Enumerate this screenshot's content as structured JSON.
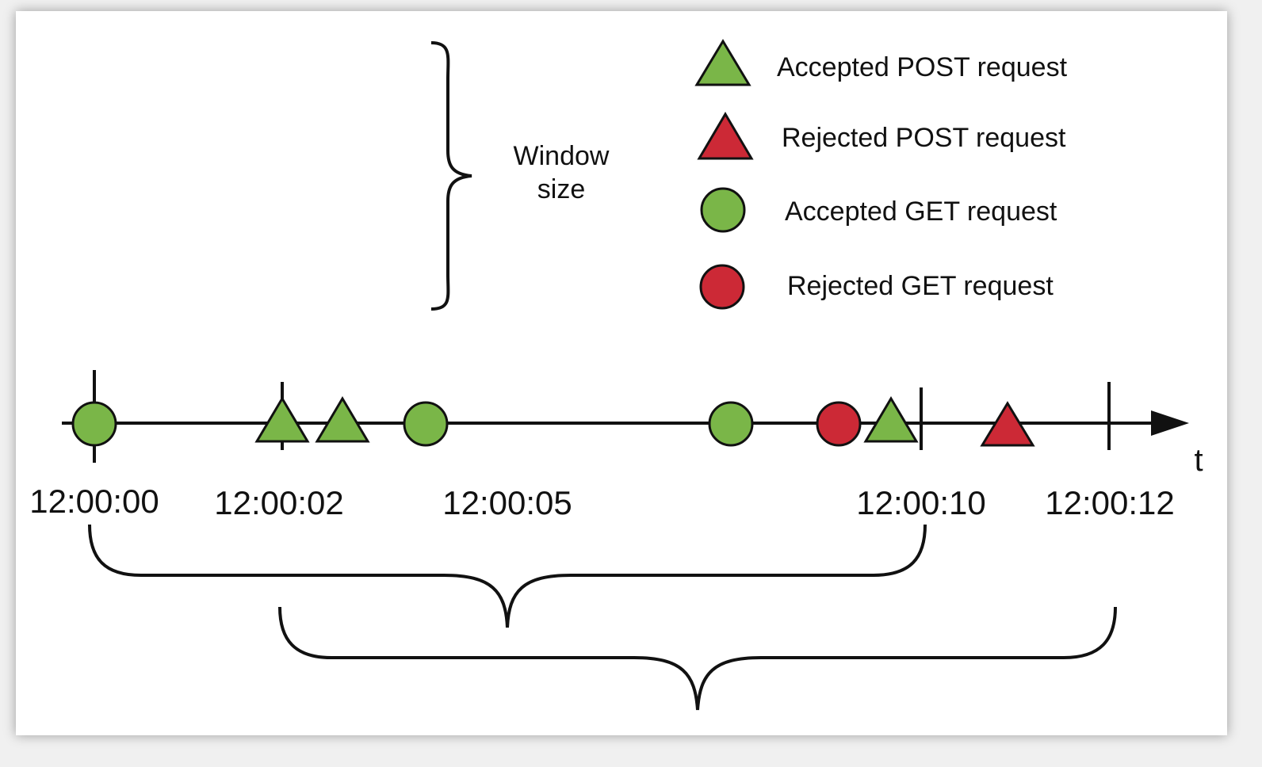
{
  "colors": {
    "accepted": "#7ab648",
    "rejected": "#cc2936",
    "stroke": "#111111"
  },
  "window_label_line1": "Window",
  "window_label_line2": "size",
  "legend": [
    {
      "shape": "triangle",
      "status": "accepted",
      "label": "Accepted POST request"
    },
    {
      "shape": "triangle",
      "status": "rejected",
      "label": "Rejected POST request"
    },
    {
      "shape": "circle",
      "status": "accepted",
      "label": "Accepted GET request"
    },
    {
      "shape": "circle",
      "status": "rejected",
      "label": "Rejected GET request"
    }
  ],
  "axis_label": "t",
  "time_labels": [
    "12:00:00",
    "12:00:02",
    "12:00:05",
    "12:00:10",
    "12:00:12"
  ],
  "events": [
    {
      "shape": "circle",
      "status": "accepted"
    },
    {
      "shape": "triangle",
      "status": "accepted"
    },
    {
      "shape": "triangle",
      "status": "accepted"
    },
    {
      "shape": "circle",
      "status": "accepted"
    },
    {
      "shape": "circle",
      "status": "accepted"
    },
    {
      "shape": "circle",
      "status": "rejected"
    },
    {
      "shape": "triangle",
      "status": "accepted"
    },
    {
      "shape": "triangle",
      "status": "rejected"
    }
  ]
}
